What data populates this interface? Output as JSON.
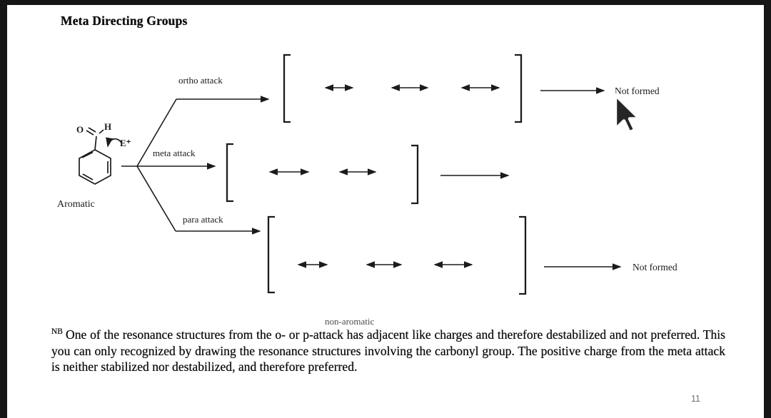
{
  "window": {
    "frame_color": "#161616",
    "page_color": "#ffffff"
  },
  "page": {
    "title": "Meta Directing Groups",
    "page_number": "11"
  },
  "molecule": {
    "oxygen": "O",
    "hydrogen": "H",
    "electrophile": "E⁺",
    "caption": "Aromatic"
  },
  "pathways": [
    {
      "label": "ortho attack",
      "resonance_structures": 3,
      "outcome": "Not formed"
    },
    {
      "label": "meta attack",
      "resonance_structures": 2,
      "outcome": ""
    },
    {
      "label": "para attack",
      "resonance_structures": 3,
      "outcome": "Not formed"
    }
  ],
  "annotations": {
    "non_aromatic": "non-aromatic"
  },
  "note": {
    "marker": "NB",
    "body": "One of the resonance structures from the o- or p-attack has adjacent like charges and therefore destabilized and not preferred. This you can only recognized by drawing the resonance structures involving the carbonyl group. The positive charge from the meta attack is neither stabilized nor destabilized, and therefore preferred."
  }
}
